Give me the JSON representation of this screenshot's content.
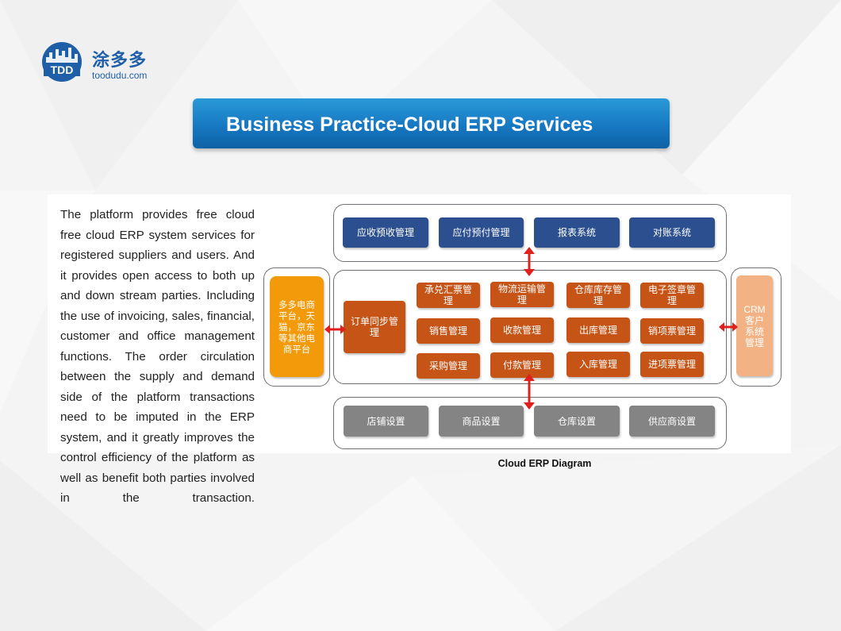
{
  "logo": {
    "mark": "TDD",
    "name_cn": "涂多多",
    "url": "toodudu.com"
  },
  "title": "Business Practice-Cloud ERP Services",
  "paragraph": "The platform provides free cloud free cloud ERP system services for registered suppliers and users. And it provides open access to both up and down stream parties. Including the use of invoicing, sales, financial, customer and office management functions. The order circulation between the supply and demand side of the platform transactions need to be imputed in the ERP system, and it greatly improves the control efficiency of the platform as well as benefit both parties involved in the transaction.",
  "diagram": {
    "caption": "Cloud ERP Diagram",
    "top_modules": [
      "应收预收管理",
      "应付预付管理",
      "报表系统",
      "对账系统"
    ],
    "left_platform": "多多电商平台，天猫，京东等其他电商平台",
    "order_sync": "订单同步管理",
    "core_modules": [
      [
        "承兑汇票管理",
        "物流运输管理",
        "仓库库存管理",
        "电子签章管理"
      ],
      [
        "销售管理",
        "收款管理",
        "出库管理",
        "销项票管理"
      ],
      [
        "采购管理",
        "付款管理",
        "入库管理",
        "进项票管理"
      ]
    ],
    "crm": "CRM客户系统管理",
    "settings": [
      "店铺设置",
      "商品设置",
      "仓库设置",
      "供应商设置"
    ],
    "colors": {
      "top": "#2b4f8f",
      "core": "#c55416",
      "settings": "#848484",
      "platform": "#f39a0a",
      "crm": "#f3b283",
      "arrow": "#e0201c",
      "banner": "#1778c2"
    }
  }
}
